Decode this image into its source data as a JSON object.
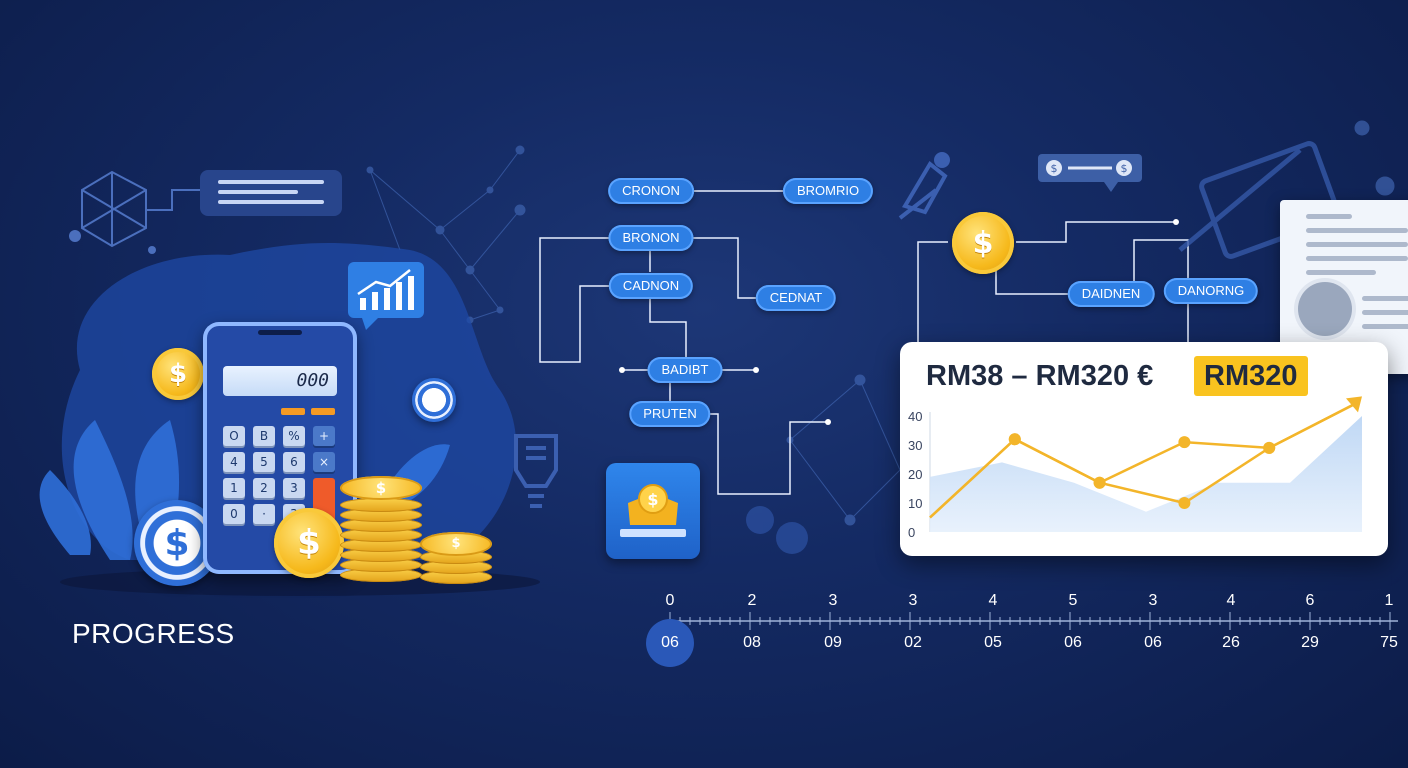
{
  "calculator": {
    "display": "000",
    "keys": [
      [
        "O",
        "B",
        "%",
        "+"
      ],
      [
        "4",
        "5",
        "6",
        "×"
      ],
      [
        "1",
        "2",
        "3",
        ""
      ],
      [
        "0",
        "·",
        "3",
        ""
      ]
    ]
  },
  "coin_symbol": "$",
  "flow_nodes": [
    "CRONON",
    "BROMRIO",
    "BRONON",
    "CADNON",
    "CEDNAT",
    "BADIBT",
    "PRUTEN",
    "DAIDNEN",
    "DANORNG"
  ],
  "card": {
    "title": "RM38 – RM320  €",
    "highlight": "RM320"
  },
  "chart_data": {
    "type": "line",
    "y_ticks": [
      40,
      30,
      20,
      10,
      0
    ],
    "ylim": [
      0,
      40
    ],
    "series": [
      {
        "values": [
          5,
          32,
          17,
          31,
          29,
          44
        ]
      },
      {
        "values": [
          5,
          32,
          17,
          10,
          29,
          44
        ]
      }
    ],
    "area": [
      19,
      24,
      17,
      7,
      17,
      17,
      40
    ]
  },
  "timeline": {
    "top": [
      "0",
      "2",
      "3",
      "3",
      "4",
      "5",
      "3",
      "4",
      "6",
      "1"
    ],
    "bottom": [
      "06",
      "08",
      "09",
      "02",
      "05",
      "06",
      "06",
      "26",
      "29",
      "75"
    ]
  },
  "progress_label": "PROGRESS",
  "colors": {
    "background": "#142a63",
    "node_blue": "#2e7fe4",
    "gold": "#f6b91c",
    "highlight": "#f9c31f",
    "chart_line": "#f3b52a",
    "area_fill": "#c4dcf6"
  }
}
